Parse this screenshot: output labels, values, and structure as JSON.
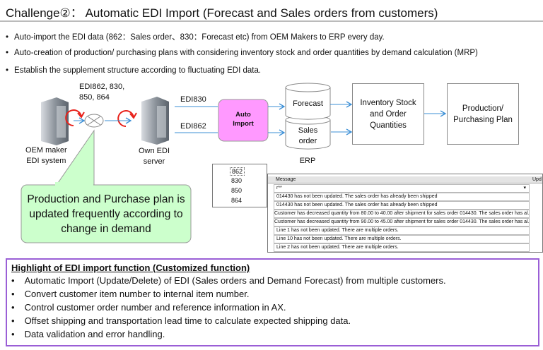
{
  "title": "Challenge②：  Automatic EDI Import (Forecast and Sales orders from customers)",
  "bullets": [
    "Auto-import the EDI data (862：Sales order、830：Forecast etc) from OEM Makers to ERP every day.",
    "Auto-creation of production/ purchasing plans with considering inventory stock and order quantities by demand calculation (MRP)",
    "Establish the supplement structure according to fluctuating EDI data."
  ],
  "diagram": {
    "edi_codes_label_1": "EDI862, 830,",
    "edi_codes_label_2": "850, 864",
    "oem_label_1": "OEM maker",
    "oem_label_2": "EDI system",
    "own_label_1": "Own EDI",
    "own_label_2": "server",
    "edi830": "EDI830",
    "edi862": "EDI862",
    "auto_import_1": "Auto",
    "auto_import_2": "Import",
    "forecast": "Forecast",
    "sales_1": "Sales",
    "sales_2": "order",
    "erp": "ERP",
    "inventory_1": "Inventory Stock",
    "inventory_2": "and Order",
    "inventory_3": "Quantities",
    "production_1": "Production/",
    "production_2": "Purchasing Plan",
    "callout": "Production and Purchase plan is updated frequently according to change in demand",
    "codes": [
      "862",
      "830",
      "850",
      "864"
    ],
    "grid": {
      "header": "Message",
      "header2": "Upd",
      "filter": "r**",
      "rows": [
        "014430 has not been updated. The sales order has already been shipped",
        "014430 has not been updated. The sales order has already been shipped",
        "Customer has decreased quantity from 80.00 to 40.00 after shipment for sales order 014430. The sales order has al...",
        "Customer has decreased quantity from 90.00 to 45.00 after shipment for sales order 014430. The sales order has al...",
        "Line 1 has not been updated. There are multiple orders.",
        "Line 10 has not been updated. There are multiple orders.",
        "Line 2 has not been updated. There are multiple orders."
      ]
    }
  },
  "highlight": {
    "title": "Highlight of EDI import function (Customized function)",
    "items": [
      "Automatic Import (Update/Delete) of EDI (Sales orders and Demand Forecast) from multiple customers.",
      "Convert customer item number to internal item number.",
      "Control customer order number and reference information in AX.",
      "Offset shipping and transportation lead time to calculate expected shipping data.",
      "Data validation and error handling."
    ]
  },
  "colors": {
    "auto_import": "#ff99ff",
    "callout": "#ccffcc",
    "highlight_border": "#9a5fd6",
    "arrow": "#3b8fd6",
    "cycle": "#e8211a"
  }
}
